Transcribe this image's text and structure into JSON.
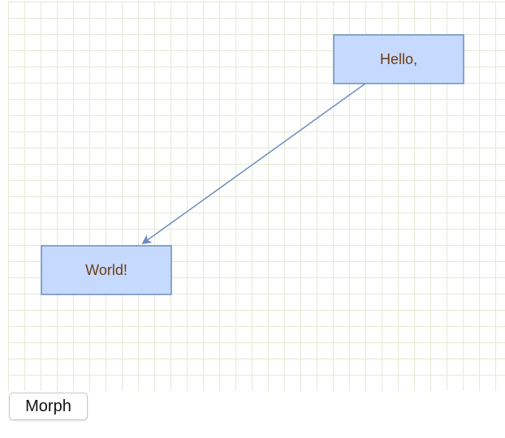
{
  "diagram": {
    "grid_color": "#e4ead6",
    "node_fill": "#c6d9ff",
    "node_stroke": "#6c8ebf",
    "label_color": "#6b3d12",
    "edge_color": "#6c8ebf",
    "nodes": [
      {
        "id": "hello",
        "label": "Hello,"
      },
      {
        "id": "world",
        "label": "World!"
      }
    ],
    "edges": [
      {
        "from": "hello",
        "to": "world"
      }
    ]
  },
  "toolbar": {
    "morph_label": "Morph"
  }
}
